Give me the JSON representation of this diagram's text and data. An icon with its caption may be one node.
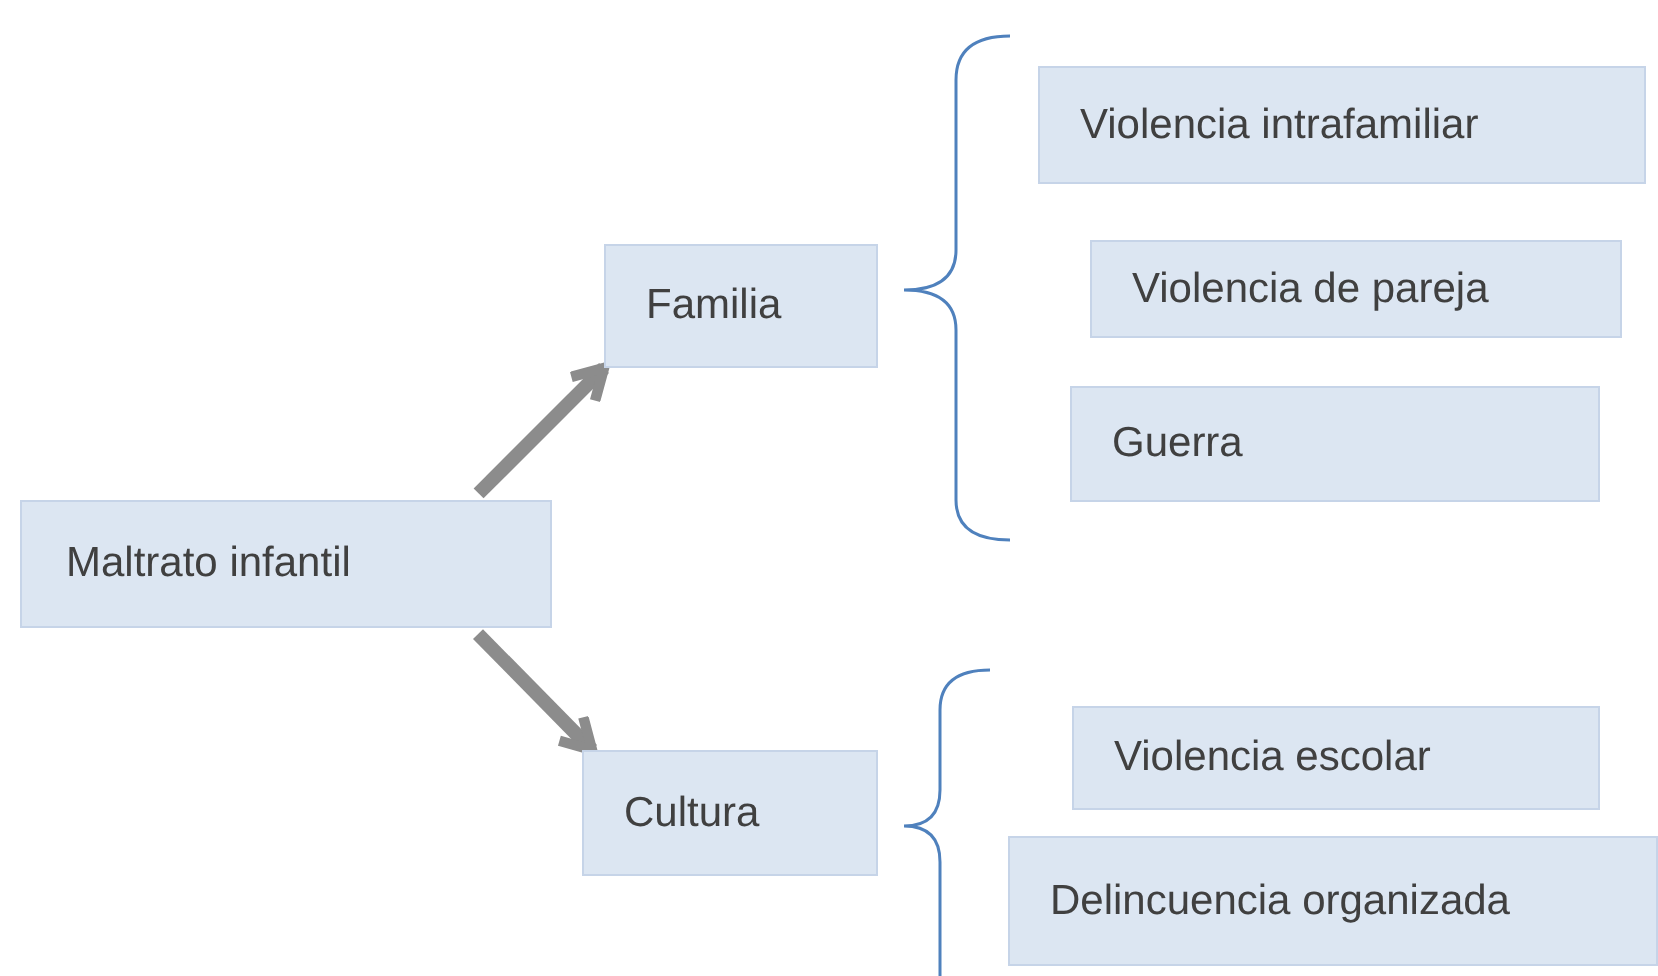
{
  "diagram": {
    "nodes": [
      {
        "text": [
          "Maltrato infantil"
        ]
      },
      {
        "text": [
          "Familia"
        ]
      },
      {
        "text": [
          "Cultura"
        ]
      },
      {
        "text": [
          "Violencia intrafamiliar"
        ]
      },
      {
        "text": [
          "Violencia de pareja"
        ]
      },
      {
        "text": [
          "Guerra"
        ]
      },
      {
        "text": [
          "Violencia escolar"
        ]
      },
      {
        "text": [
          "Delincuencia organizada"
        ]
      }
    ],
    "edges": [
      {
        "from": 0,
        "to": 1,
        "arrow": "to"
      },
      {
        "from": 0,
        "to": 2,
        "arrow": "to"
      }
    ]
  }
}
